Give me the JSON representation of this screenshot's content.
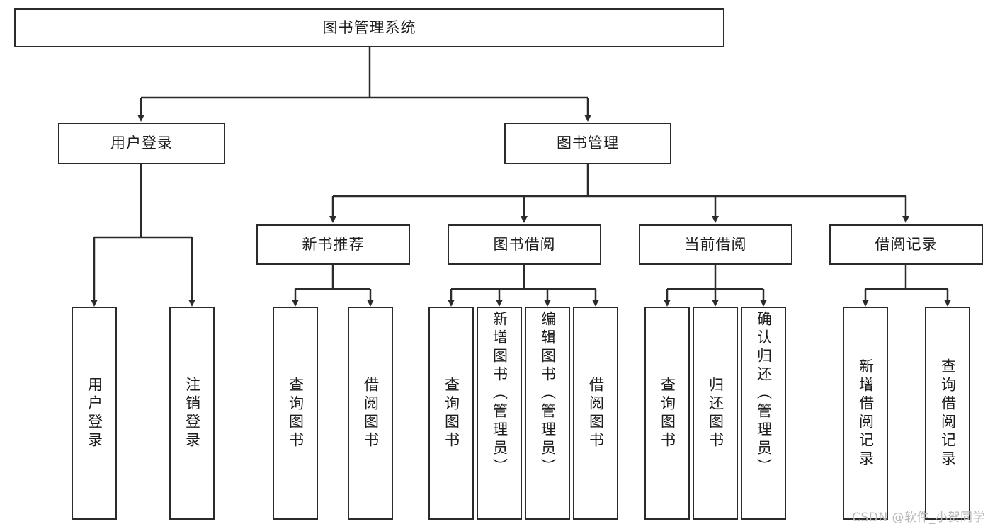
{
  "diagram": {
    "title": "图书管理系统",
    "type": "tree",
    "root": {
      "label": "图书管理系统"
    },
    "level2": [
      {
        "label": "用户登录"
      },
      {
        "label": "图书管理"
      }
    ],
    "level3": [
      {
        "label": "新书推荐"
      },
      {
        "label": "图书借阅"
      },
      {
        "label": "当前借阅"
      },
      {
        "label": "借阅记录"
      }
    ],
    "leaves": {
      "user_login": [
        {
          "label": "用户登录"
        },
        {
          "label": "注销登录"
        }
      ],
      "new_book_recommend": [
        {
          "label": "查询图书"
        },
        {
          "label": "借阅图书"
        }
      ],
      "book_borrow": [
        {
          "label": "查询图书"
        },
        {
          "label": "新增图书（管理员）"
        },
        {
          "label": "编辑图书（管理员）"
        },
        {
          "label": "借阅图书"
        }
      ],
      "current_borrow": [
        {
          "label": "查询图书"
        },
        {
          "label": "归还图书"
        },
        {
          "label": "确认归还（管理员）"
        }
      ],
      "borrow_records": [
        {
          "label": "新增借阅记录"
        },
        {
          "label": "查询借阅记录"
        }
      ]
    }
  },
  "watermark": {
    "text": "CSDN @软件_小贺同学"
  },
  "colors": {
    "border": "#2b2b2b",
    "background": "#ffffff",
    "text": "#1d1d1d",
    "watermark": "#b9b9b9"
  }
}
